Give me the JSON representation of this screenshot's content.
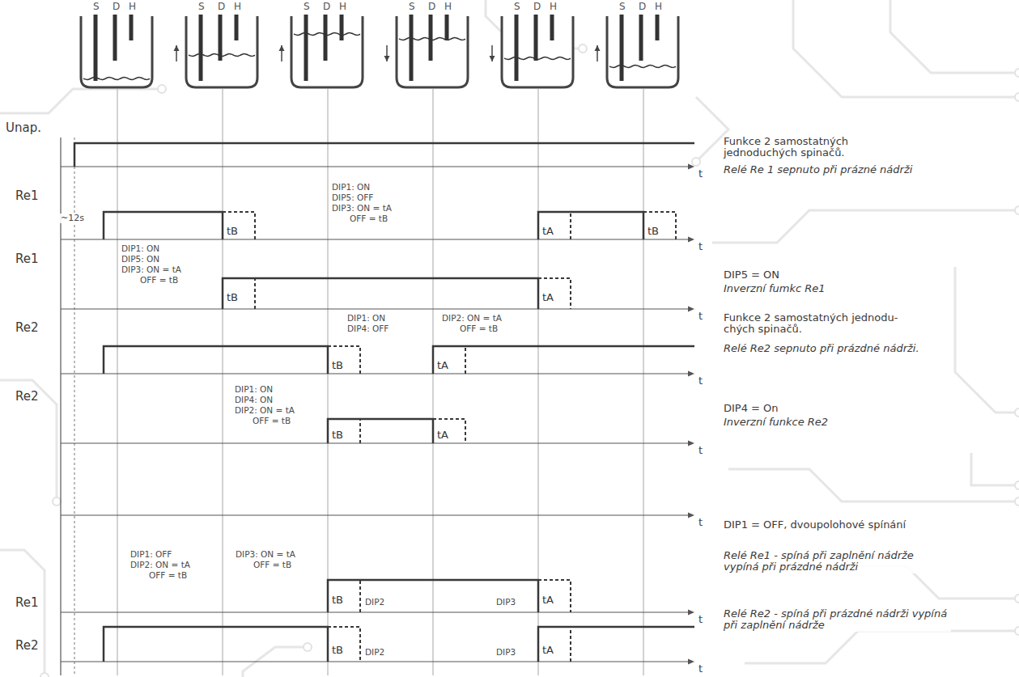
{
  "diagram": {
    "labels": [
      "S",
      "D",
      "H",
      "S",
      "D",
      "H",
      "S",
      "D",
      "H",
      "S",
      "D",
      "H",
      "S",
      "D",
      "H",
      "S",
      "D",
      "H",
      "Unap.",
      "Funkce 2 samostatných jednoduchých spinačů.",
      "Relé Re 1 sepnuto při prázné nádrži",
      "t",
      "Re1",
      "~12s",
      "DIP1: ON",
      "DIP5: OFF",
      "DIP3: ON = tA",
      "OFF = tB",
      "tB",
      "tA",
      "tB",
      "t",
      "Re1",
      "DIP1: ON",
      "DIP5: ON",
      "DIP3: ON = tA",
      "OFF = tB",
      "DIP5 = ON",
      "Inverzní fumkc Re1",
      "tB",
      "tA",
      "t",
      "Re2",
      "DIP1: ON",
      "DIP4: OFF",
      "DIP2: ON = tA",
      "OFF = tB",
      "Funkce 2 samostatných jednodu- chých spinačů.",
      "Relé Re2 sepnuto při prázdné nádrži.",
      "tB",
      "tA",
      "t",
      "Re2",
      "DIP1: ON",
      "DIP4: ON",
      "DIP2: ON = tA",
      "OFF = tB",
      "DIP4 = On",
      "Inverzní funkce Re2",
      "tB",
      "tA",
      "t",
      "t",
      "DIP1 = OFF, dvoupolohové spínání",
      "DIP1: OFF",
      "DIP2: ON = tA",
      "OFF = tB",
      "DIP3: ON = tA",
      "OFF = tB",
      "Relé Re1 - spíná při zaplnění nádrže vypíná při prázdné nádrži",
      "Re1",
      "tB",
      "DIP2",
      "DIP3",
      "tA",
      "t",
      "Relé Re2 - spíná při prázdné nádrži vypíná při zaplnění nádrže",
      "Re2",
      "tB",
      "DIP2",
      "DIP3",
      "tA",
      "t"
    ]
  }
}
